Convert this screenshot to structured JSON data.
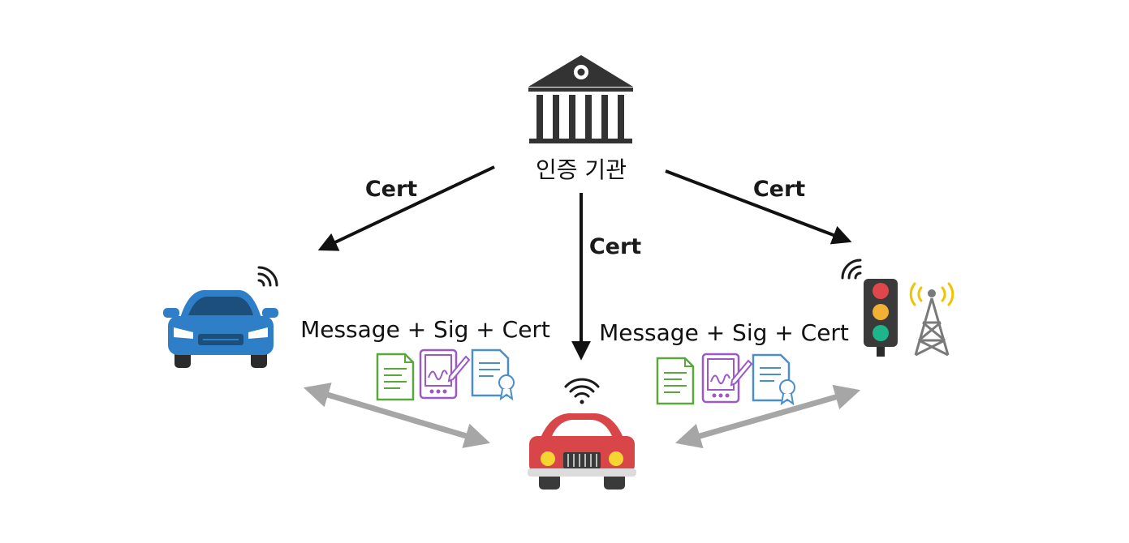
{
  "authority": {
    "label": "인증 기관",
    "icon": "bank-building-icon"
  },
  "edges": {
    "left_cert": "Cert",
    "center_cert": "Cert",
    "right_cert": "Cert"
  },
  "messages": {
    "left": "Message + Sig + Cert",
    "right": "Message + Sig + Cert"
  },
  "nodes": {
    "left_vehicle": {
      "icon": "blue-car-icon"
    },
    "center_vehicle": {
      "icon": "red-car-icon"
    },
    "infrastructure": {
      "icons": [
        "traffic-light-icon",
        "radio-tower-icon"
      ]
    }
  },
  "colors": {
    "blue_car": "#2f7fc8",
    "red_car": "#d9464a",
    "cert_arrow": "#111111",
    "v2x_arrow": "#a6a6a6",
    "doc_green": "#5aa83c",
    "doc_purple": "#9b59c7",
    "doc_blue": "#4a8fc9",
    "tower_signal": "#f2c200"
  }
}
